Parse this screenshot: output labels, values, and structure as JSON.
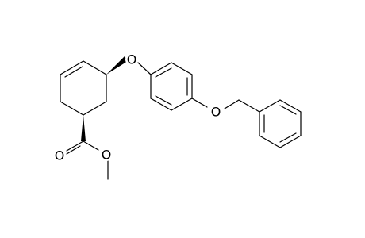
{
  "molecule": {
    "atoms": {
      "ether_oxygen_1": "O",
      "ether_oxygen_2": "O",
      "carbonyl_oxygen": "O",
      "ester_oxygen": "O"
    }
  }
}
